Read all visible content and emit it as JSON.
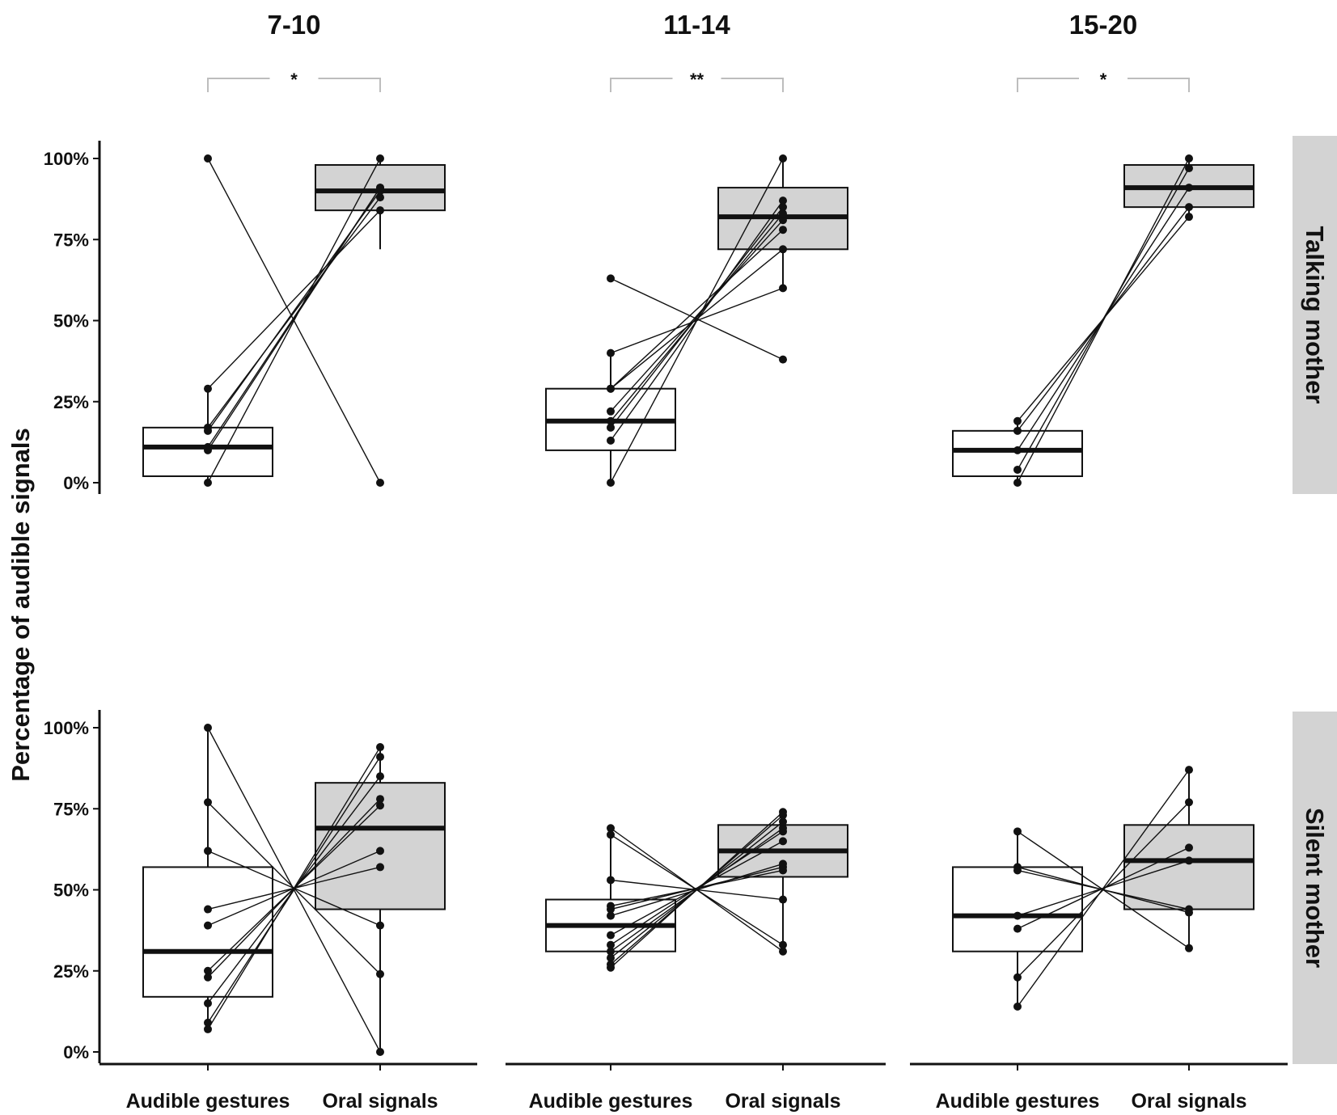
{
  "chart_data": {
    "type": "box",
    "y_label": "Percentage of audible signals",
    "ylim": [
      0,
      100
    ],
    "y_ticks": [
      0,
      25,
      50,
      75,
      100
    ],
    "y_tick_labels": [
      "0%",
      "25%",
      "50%",
      "75%",
      "100%"
    ],
    "categories": [
      "Audible gestures",
      "Oral signals"
    ],
    "column_panels": [
      "7-10",
      "11-14",
      "15-20"
    ],
    "row_panels": [
      "Talking mother",
      "Silent mother"
    ],
    "significance": [
      "*",
      "**",
      "*"
    ],
    "box_fill": {
      "Audible gestures": "#ffffff",
      "Oral signals": "#d3d3d3"
    },
    "strip_fill": "#d3d3d3",
    "panels": [
      {
        "row": 0,
        "col": 0,
        "boxes": [
          {
            "q1": 2,
            "median": 11,
            "q3": 17,
            "min": 0,
            "max": 29
          },
          {
            "q1": 84,
            "median": 90,
            "q3": 98,
            "min": 72,
            "max": 100
          }
        ],
        "points": [
          [
            100,
            0
          ],
          [
            29,
            84
          ],
          [
            17,
            88
          ],
          [
            16,
            90
          ],
          [
            11,
            91
          ],
          [
            10,
            91
          ],
          [
            0,
            100
          ]
        ]
      },
      {
        "row": 0,
        "col": 1,
        "boxes": [
          {
            "q1": 10,
            "median": 19,
            "q3": 29,
            "min": 0,
            "max": 40
          },
          {
            "q1": 72,
            "median": 82,
            "q3": 91,
            "min": 60,
            "max": 100
          }
        ],
        "points": [
          [
            63,
            38
          ],
          [
            40,
            60
          ],
          [
            29,
            72
          ],
          [
            29,
            78
          ],
          [
            22,
            81
          ],
          [
            19,
            83
          ],
          [
            17,
            85
          ],
          [
            13,
            87
          ],
          [
            0,
            100
          ]
        ]
      },
      {
        "row": 0,
        "col": 2,
        "boxes": [
          {
            "q1": 2,
            "median": 10,
            "q3": 16,
            "min": 0,
            "max": 19
          },
          {
            "q1": 85,
            "median": 91,
            "q3": 98,
            "min": 82,
            "max": 100
          }
        ],
        "points": [
          [
            19,
            82
          ],
          [
            16,
            85
          ],
          [
            10,
            91
          ],
          [
            4,
            97
          ],
          [
            0,
            100
          ]
        ]
      },
      {
        "row": 1,
        "col": 0,
        "boxes": [
          {
            "q1": 17,
            "median": 31,
            "q3": 57,
            "min": 7,
            "max": 100
          },
          {
            "q1": 44,
            "median": 69,
            "q3": 83,
            "min": 0,
            "max": 94
          }
        ],
        "points": [
          [
            100,
            0
          ],
          [
            77,
            24
          ],
          [
            62,
            39
          ],
          [
            44,
            57
          ],
          [
            39,
            62
          ],
          [
            25,
            76
          ],
          [
            23,
            78
          ],
          [
            15,
            85
          ],
          [
            9,
            91
          ],
          [
            7,
            94
          ]
        ]
      },
      {
        "row": 1,
        "col": 1,
        "boxes": [
          {
            "q1": 31,
            "median": 39,
            "q3": 47,
            "min": 26,
            "max": 69
          },
          {
            "q1": 54,
            "median": 62,
            "q3": 70,
            "min": 31,
            "max": 74
          }
        ],
        "points": [
          [
            69,
            31
          ],
          [
            67,
            33
          ],
          [
            53,
            47
          ],
          [
            45,
            56
          ],
          [
            44,
            57
          ],
          [
            42,
            58
          ],
          [
            36,
            65
          ],
          [
            33,
            68
          ],
          [
            31,
            69
          ],
          [
            29,
            71
          ],
          [
            27,
            73
          ],
          [
            26,
            74
          ]
        ]
      },
      {
        "row": 1,
        "col": 2,
        "boxes": [
          {
            "q1": 31,
            "median": 42,
            "q3": 57,
            "min": 14,
            "max": 68
          },
          {
            "q1": 44,
            "median": 59,
            "q3": 70,
            "min": 32,
            "max": 87
          }
        ],
        "points": [
          [
            68,
            32
          ],
          [
            57,
            43
          ],
          [
            56,
            44
          ],
          [
            42,
            59
          ],
          [
            38,
            63
          ],
          [
            23,
            77
          ],
          [
            14,
            87
          ]
        ]
      }
    ]
  }
}
